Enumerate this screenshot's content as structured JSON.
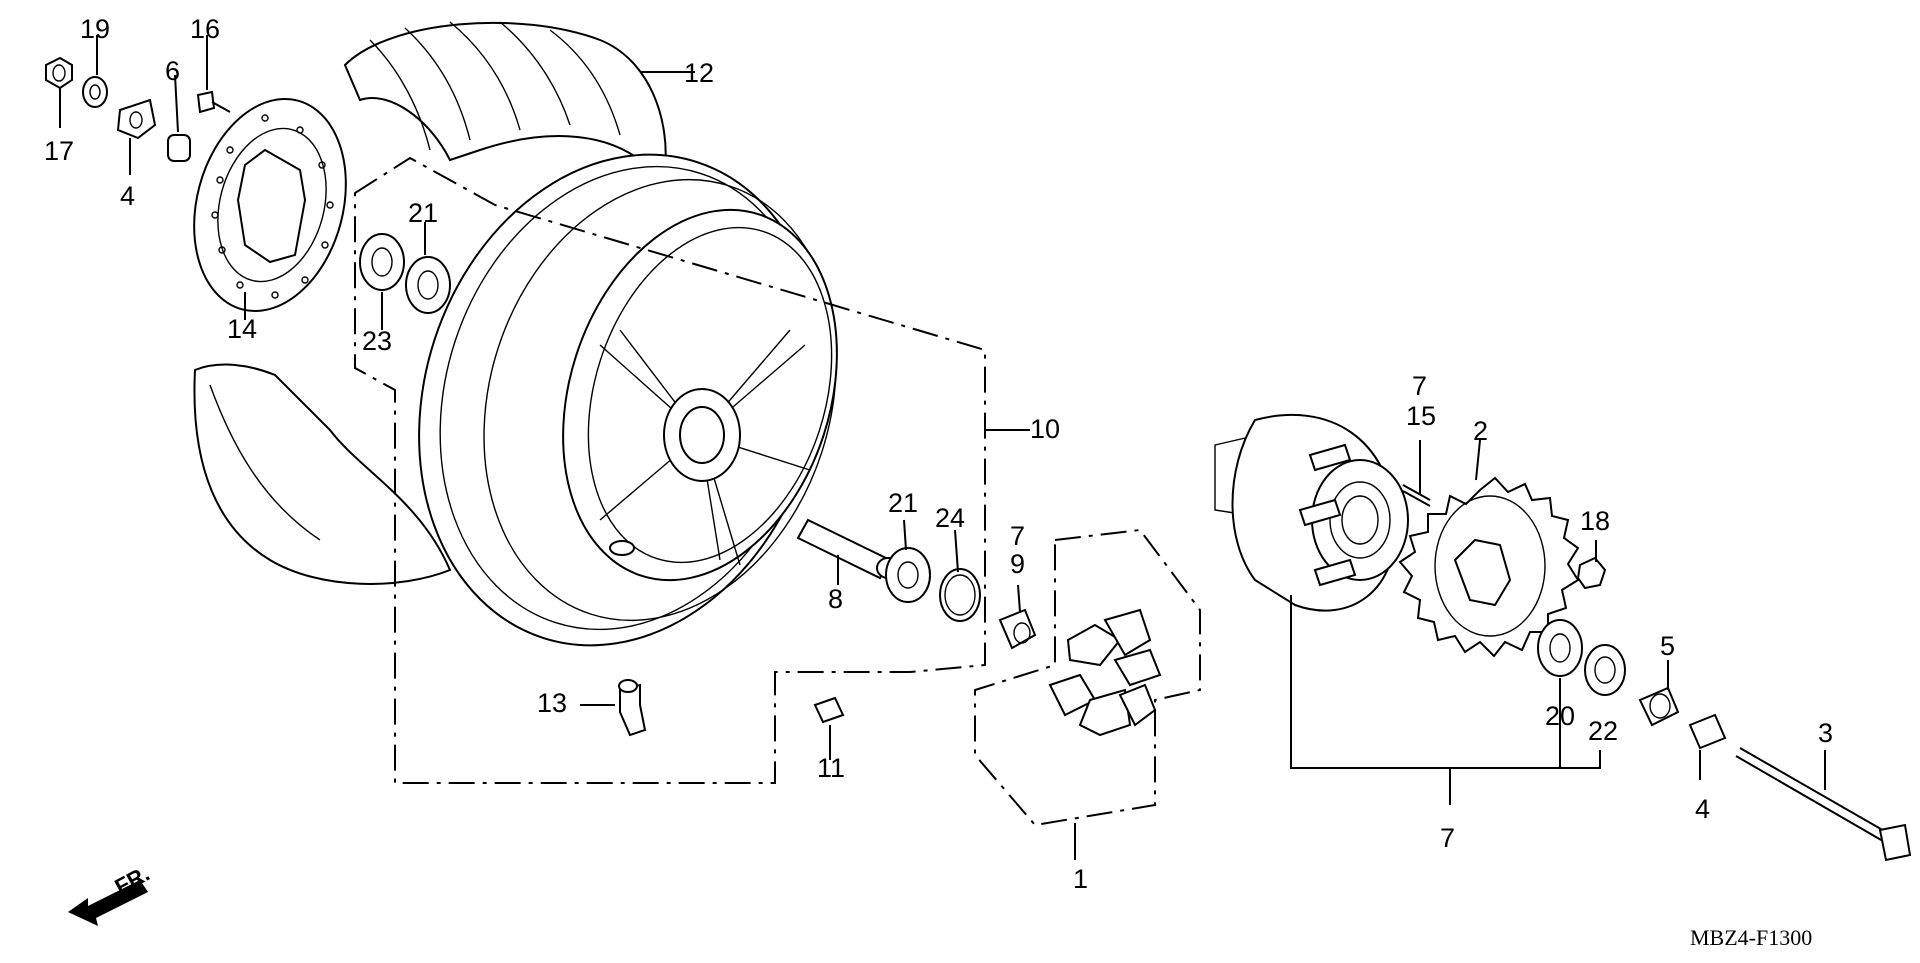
{
  "diagram": {
    "code": "MBZ4-F1300",
    "direction_marker": "FR.",
    "callouts": [
      "1",
      "2",
      "3",
      "4",
      "4",
      "5",
      "6",
      "7",
      "7",
      "7",
      "8",
      "9",
      "10",
      "11",
      "12",
      "13",
      "14",
      "15",
      "16",
      "17",
      "18",
      "19",
      "20",
      "21",
      "21",
      "22",
      "23",
      "24"
    ]
  }
}
